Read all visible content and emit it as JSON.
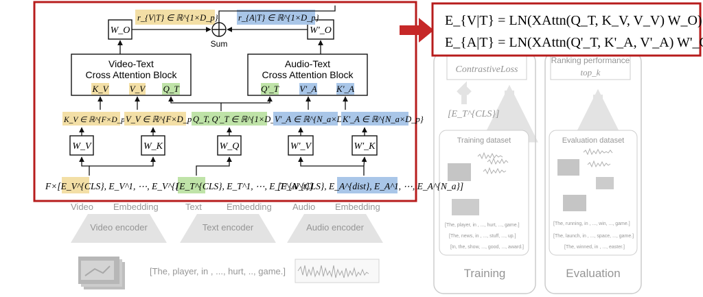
{
  "formula": {
    "line1": "E_{V|T} = LN(XAttn(Q_T, K_V, V_V) W_O)",
    "line2": "E_{A|T} = LN(XAttn(Q'_T, K'_A, V'_A) W'_O)"
  },
  "blocks": {
    "video_title_1": "Video-Text",
    "video_title_2": "Cross Attention Block",
    "audio_title_1": "Audio-Text",
    "audio_title_2": "Cross Attention Block",
    "sum": "Sum"
  },
  "labels": {
    "r_vt": "r_{V|T} ∈ ℝ^{1×D_p}",
    "r_at": "r_{A|T} ∈ ℝ^{1×D_p}",
    "w_o": "W_O",
    "w_o_prime": "W'_O",
    "k_v": "K_V",
    "v_v": "V_V",
    "q_t": "Q_T",
    "q_t_prime": "Q'_T",
    "v_a_prime": "V'_A",
    "k_a_prime": "K'_A",
    "kv_dim": "K_V ∈ ℝ^{F×D_p}",
    "vv_dim": "V_V ∈ ℝ^{F×D_p}",
    "qt_dim": "Q_T, Q'_T ∈ ℝ^{1×D_p}",
    "va_dim": "V'_A ∈ ℝ^{N_a×D_p}",
    "ka_dim": "K'_A ∈ ℝ^{N_a×D_p}",
    "w_v": "W_V",
    "w_k": "W_K",
    "w_q": "W_Q",
    "w_v_prime": "W'_V",
    "w_k_prime": "W'_K",
    "video_emb": "F×[E_V^{CLS}, E_V^1, ⋯, E_V^{N_v}]",
    "text_emb": "[E_T^{CLS}, E_T^1, ⋯, E_T^{N_t}]",
    "audio_emb": "[E_A^{CLS}, E_A^{dist}, E_A^1, ⋯, E_A^{N_a}]"
  },
  "encoders": {
    "video_label": "Video",
    "text_label": "Text",
    "audio_label": "Audio",
    "embedding": "Embedding",
    "video_encoder": "Video encoder",
    "text_encoder": "Text encoder",
    "audio_encoder": "Audio encoder",
    "caption": "[The, player, in , ..., hurt, .., game.]"
  },
  "right_panel": {
    "contrastive_loss": "ContrastiveLoss",
    "ranking": "Ranking performance",
    "topk": "top_k",
    "e_t_cls": "[E_T^{CLS}]",
    "training_dataset": "Training dataset",
    "evaluation_dataset": "Evaluation dataset",
    "train_captions": [
      "[The, player, in , ..., hurt, ..., game.]",
      "[The, news, in , ..., stuff, ..., up.]",
      "[In, the, show, ..., good, ..., award.]"
    ],
    "eval_captions": [
      "[The, running, in , ..., win, ..., game.]",
      "[The, launch, in , ..., space, ..., game.]",
      "[The, winned, in , ..., easter.]"
    ],
    "training": "Training",
    "evaluation": "Evaluation"
  },
  "colors": {
    "video_highlight": "#f3dfa6",
    "text_highlight": "#bfe3a8",
    "audio_highlight": "#a9c6e8",
    "frame_red": "#b71c1c",
    "arrow_red": "#c62828",
    "faded_gray": "#c8c8c8"
  }
}
